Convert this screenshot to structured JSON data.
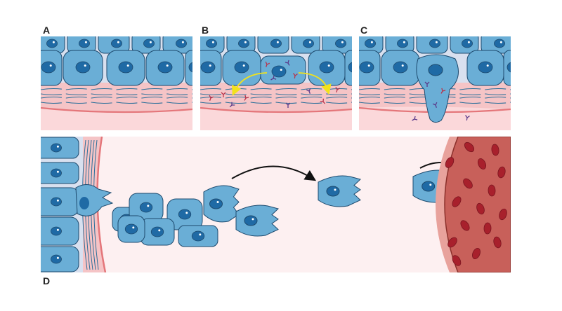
{
  "panels": {
    "a": {
      "label": "A"
    },
    "b": {
      "label": "B"
    },
    "c": {
      "label": "C"
    },
    "d": {
      "label": "D"
    }
  },
  "colors": {
    "cell": "#6aaed6",
    "cell_stroke": "#1d4a6e",
    "nucleus": "#1f6aa5",
    "gap": "#d8e0ef",
    "stroma": "#f5c4c6",
    "basement": "#e4767a",
    "tissue": "#fbd8da",
    "space": "#fdf0f1",
    "vessel": "#c8605a",
    "rbc": "#a8202c",
    "arrow_yellow": "#f2e21b",
    "enzyme_red": "#b8334a",
    "enzyme_purple": "#5a3a8a"
  }
}
